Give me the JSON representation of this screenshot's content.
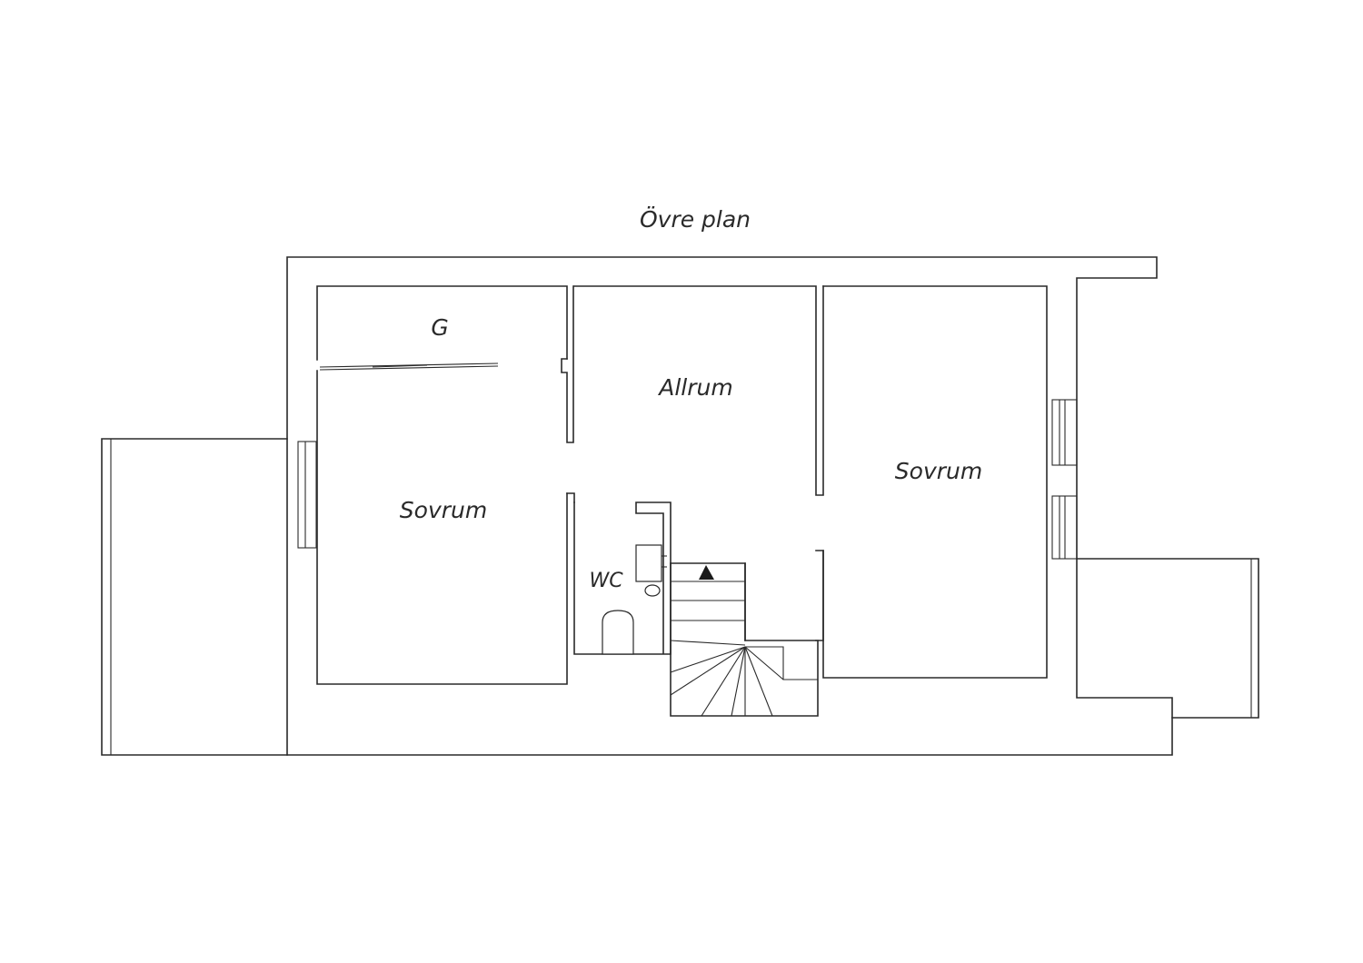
{
  "plan": {
    "title": "Övre plan",
    "rooms": {
      "closet": "G",
      "living": "Allrum",
      "bedroom_left": "Sovrum",
      "bedroom_right": "Sovrum",
      "toilet": "WC"
    }
  },
  "colors": {
    "line": "#2a2a2a",
    "background": "#ffffff"
  },
  "icons": {
    "stair_direction": "up-arrow-icon"
  }
}
